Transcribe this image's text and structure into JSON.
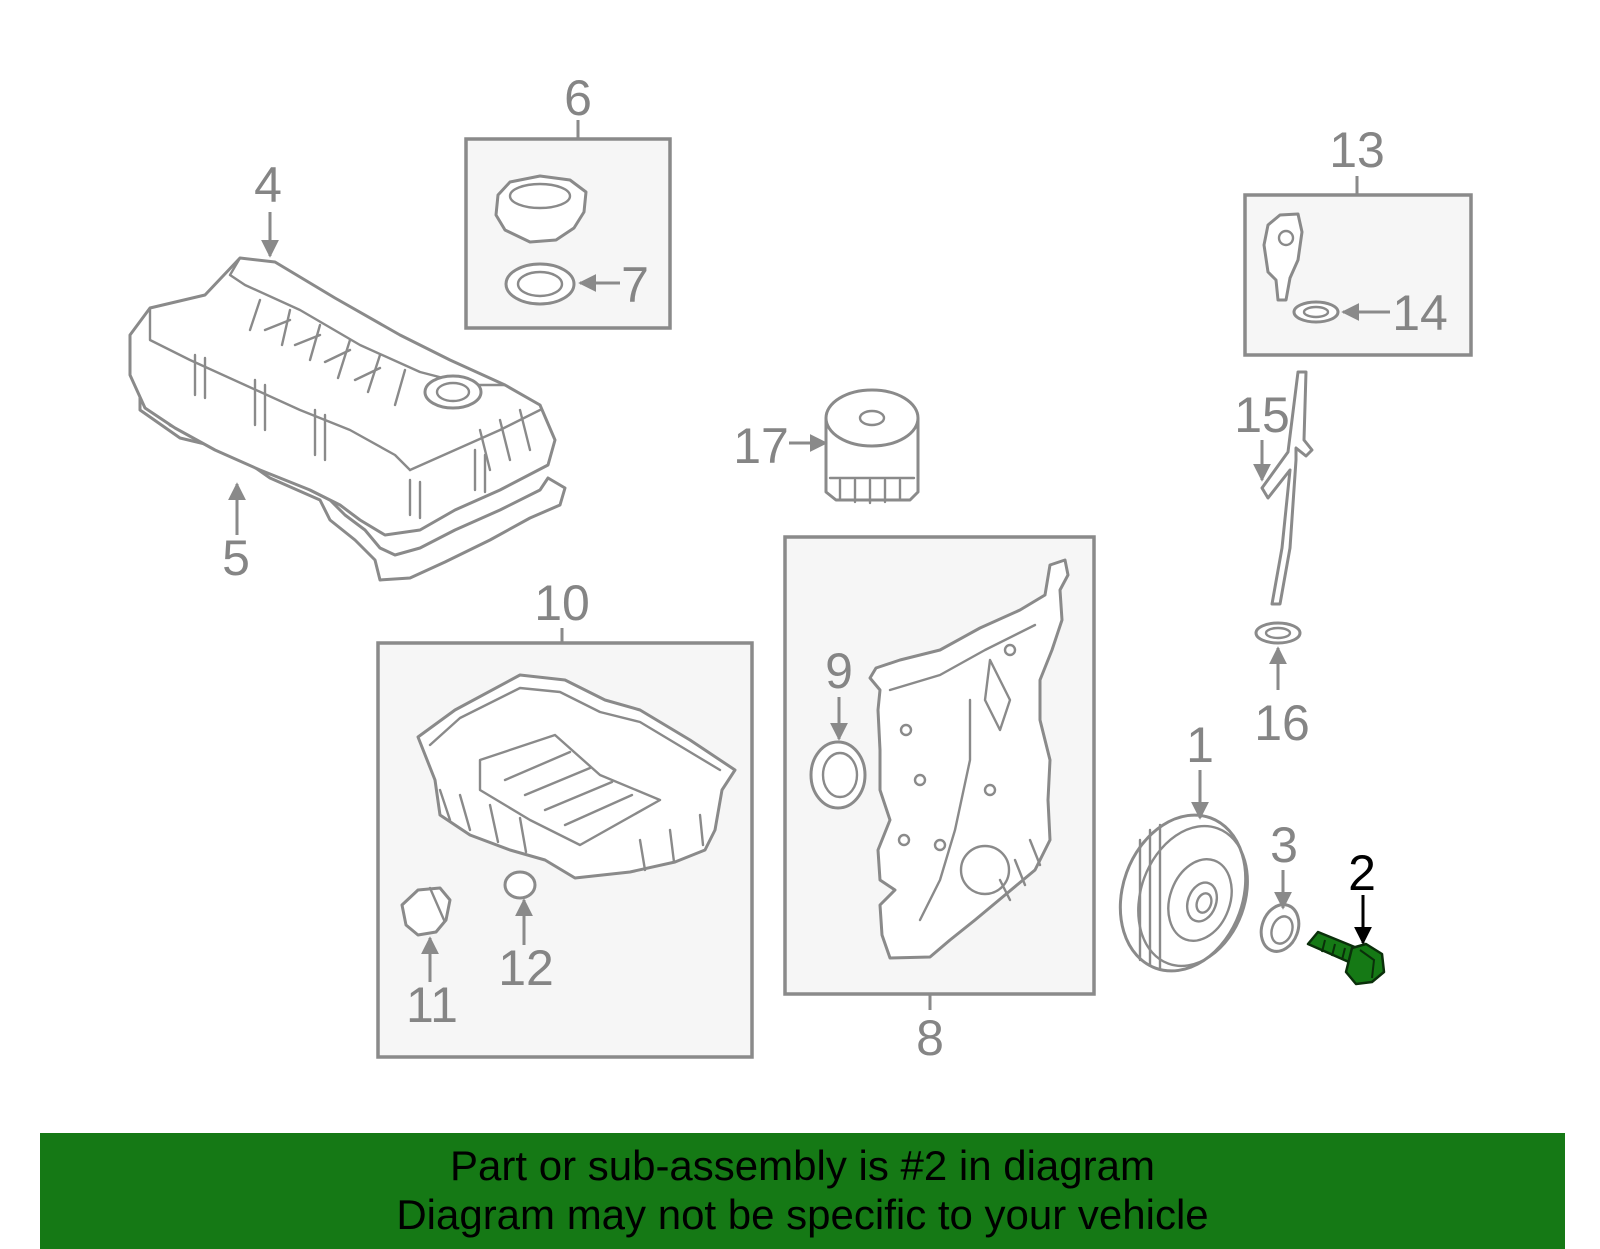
{
  "callouts": {
    "c1": "1",
    "c2": "2",
    "c3": "3",
    "c4": "4",
    "c5": "5",
    "c6": "6",
    "c7": "7",
    "c8": "8",
    "c9": "9",
    "c10": "10",
    "c11": "11",
    "c12": "12",
    "c13": "13",
    "c14": "14",
    "c15": "15",
    "c16": "16",
    "c17": "17"
  },
  "highlighted_part": "2",
  "colors": {
    "highlight": "#157915",
    "line": "#8a8a8a",
    "label": "#858585",
    "box_fill": "#f6f6f6"
  },
  "banner": {
    "line1": "Part or sub-assembly is #2 in diagram",
    "line2": "Diagram may not be specific to your vehicle"
  }
}
